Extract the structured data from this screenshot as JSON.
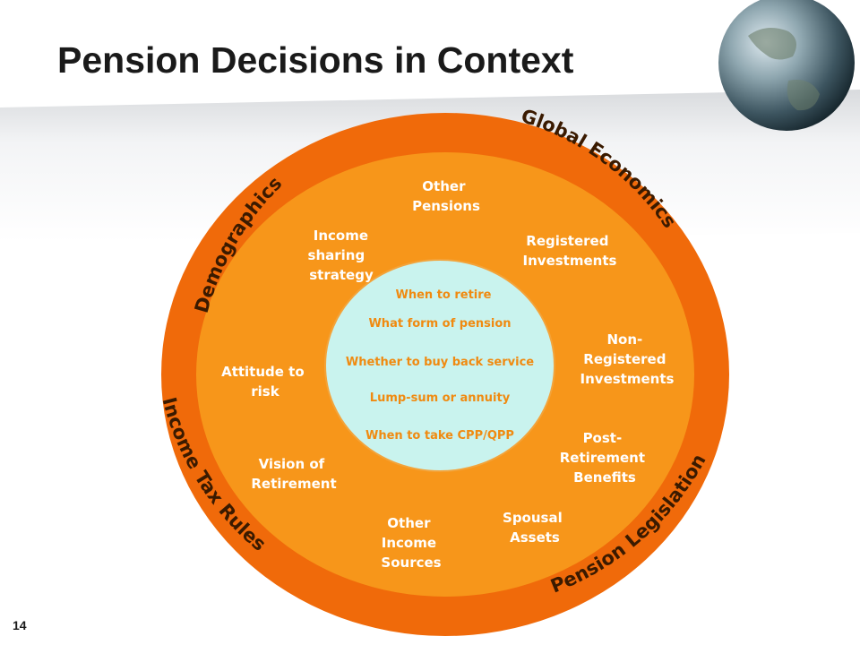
{
  "title": "Pension Decisions in Context",
  "page_number": "14",
  "outer_ring": {
    "demographics": "Demographics",
    "global_economics": "Global Economics",
    "income_tax_rules": "Income Tax Rules",
    "pension_legislation": "Pension Legislation"
  },
  "middle_ring": {
    "other_pensions": [
      "Other",
      "Pensions"
    ],
    "income_sharing": [
      "Income",
      "sharing",
      "strategy"
    ],
    "registered_investments": [
      "Registered",
      "Investments"
    ],
    "attitude_to_risk": [
      "Attitude to",
      "risk"
    ],
    "non_registered": [
      "Non-",
      "Registered",
      "Investments"
    ],
    "vision_of_retirement": [
      "Vision of",
      "Retirement"
    ],
    "post_retirement": [
      "Post-",
      "Retirement",
      "Benefits"
    ],
    "other_income_sources": [
      "Other",
      "Income",
      "Sources"
    ],
    "spousal_assets": [
      "Spousal",
      "Assets"
    ]
  },
  "inner_circle": [
    "When to retire",
    "What form of pension",
    "Whether to buy back service",
    "Lump-sum or annuity",
    "When to take CPP/QPP"
  ],
  "colors": {
    "outer_ring": "#f06a0a",
    "middle_ring": "#f7961a",
    "inner_circle": "#c9f3ee",
    "inner_text": "#f08a10"
  }
}
